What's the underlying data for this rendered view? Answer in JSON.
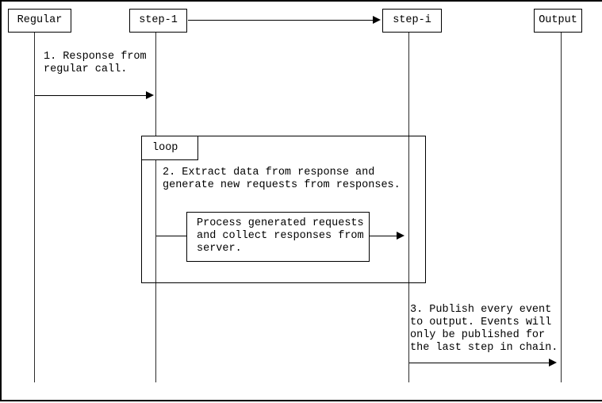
{
  "colors": {
    "line": "#000000",
    "background": "#ffffff"
  },
  "actors": [
    {
      "label": "Regular"
    },
    {
      "label": "step-1"
    },
    {
      "label": "step-i"
    },
    {
      "label": "Output"
    }
  ],
  "fragment": {
    "label": "loop"
  },
  "messages": {
    "msg1": {
      "text": "1. Response from\nregular call."
    },
    "msg2": {
      "text": "2. Extract data from response and\ngenerate new requests from responses."
    },
    "process": {
      "text": "Process generated requests\nand collect responses from\nserver."
    },
    "msg3": {
      "text": "3. Publish every event\nto output. Events will\nonly be published for\nthe last step in chain."
    }
  }
}
